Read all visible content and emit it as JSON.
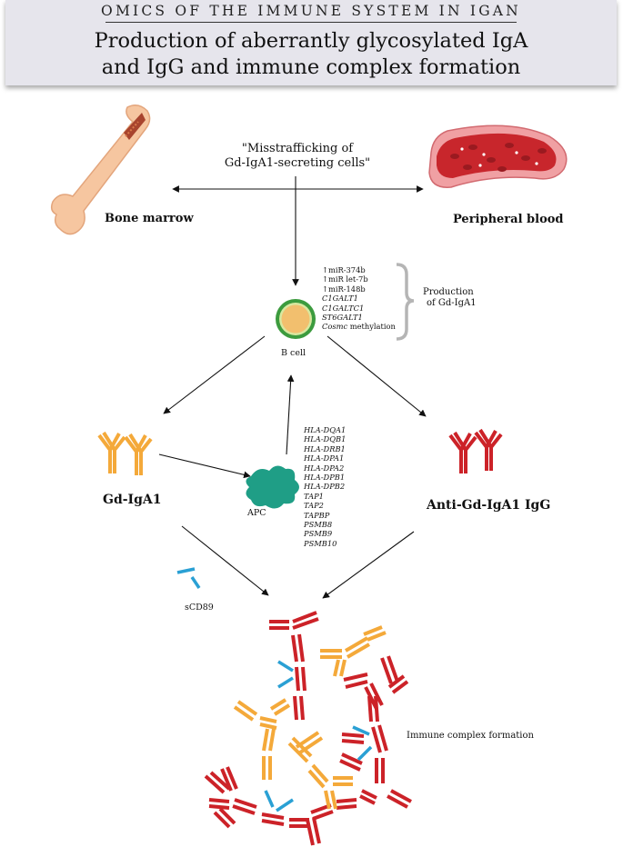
{
  "header": {
    "kicker": "OMICS OF THE IMMUNE SYSTEM IN IGAN",
    "title_line1": "Production of aberrantly glycosylated IgA",
    "title_line2": "and IgG and immune complex formation"
  },
  "labels": {
    "misstrafficking_line1": "\"Misstrafficking of",
    "misstrafficking_line2": "Gd-IgA1-secreting cells\"",
    "bone_marrow": "Bone marrow",
    "peripheral_blood": "Peripheral blood",
    "b_cell": "B cell",
    "production_line1": "Production",
    "production_line2": "of Gd-IgA1",
    "gd_iga1": "Gd-IgA1",
    "anti_gd_iga1_igg": "Anti-Gd-IgA1 IgG",
    "apc": "APC",
    "scd89": "sCD89",
    "immune_complex": "Immune complex formation"
  },
  "bcell_factors": [
    {
      "text": "↑miR-374b",
      "italic": false
    },
    {
      "text": "↑miR let-7b",
      "italic": false
    },
    {
      "text": "↑miR-148b",
      "italic": false
    },
    {
      "text": "C1GALT1",
      "italic": true
    },
    {
      "text": "C1GALTC1",
      "italic": true
    },
    {
      "text": "ST6GALT1",
      "italic": true
    },
    {
      "text": "Cosmc",
      "italic": true,
      "suffix": " methylation"
    }
  ],
  "hla_genes": [
    "HLA-DQA1",
    "HLA-DQB1",
    "HLA-DRB1",
    "HLA-DPA1",
    "HLA-DPA2",
    "HLA-DPB1",
    "HLA-DPB2",
    "TAP1",
    "TAP2",
    "TAPBP",
    "PSMB8",
    "PSMB9",
    "PSMB10"
  ],
  "colors": {
    "iga": "#f4a93a",
    "igg": "#cc2228",
    "scd89": "#2aa0d4",
    "apc": "#1f9e86",
    "bcell_ring": "#3c9b3e",
    "bcell_core": "#f2bf6e",
    "bone": "#f6c6a0",
    "vessel": "#c8262c"
  }
}
